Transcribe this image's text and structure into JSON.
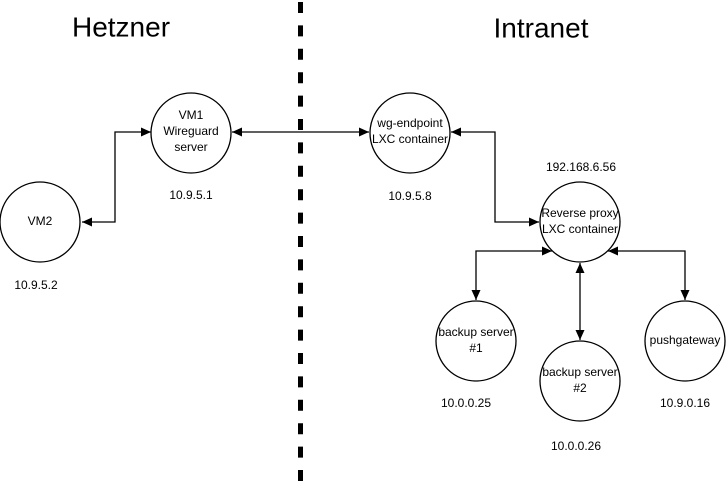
{
  "diagram": {
    "sections": [
      {
        "label": "Hetzner"
      },
      {
        "label": "Intranet"
      }
    ],
    "nodes": {
      "vm2": {
        "label": "VM2",
        "ip": "10.9.5.2"
      },
      "vm1": {
        "label": "VM1\nWireguard\nserver",
        "ip": "10.9.5.1"
      },
      "wg_endpoint": {
        "label": "wg-endpoint\nLXC container",
        "ip": "10.9.5.8"
      },
      "reverse_proxy": {
        "label": "Reverse proxy\nLXC container",
        "ip": "192.168.6.56"
      },
      "backup_server_1": {
        "label": "backup server\n#1",
        "ip": "10.0.0.25"
      },
      "backup_server_2": {
        "label": "backup server\n#2",
        "ip": "10.0.0.26"
      },
      "pushgateway": {
        "label": "pushgateway",
        "ip": "10.9.0.16"
      }
    },
    "edges": [
      {
        "from": "VM1 Wireguard server",
        "to": "VM2",
        "style": "bidirectional-elbow"
      },
      {
        "from": "VM1 Wireguard server",
        "to": "wg-endpoint LXC container",
        "style": "bidirectional-straight"
      },
      {
        "from": "wg-endpoint LXC container",
        "to": "Reverse proxy LXC container",
        "style": "bidirectional-elbow"
      },
      {
        "from": "Reverse proxy LXC container",
        "to": "backup server #1",
        "style": "bidirectional-elbow"
      },
      {
        "from": "Reverse proxy LXC container",
        "to": "backup server #2",
        "style": "bidirectional-straight"
      },
      {
        "from": "Reverse proxy LXC container",
        "to": "pushgateway",
        "style": "bidirectional-elbow"
      }
    ],
    "divider": {
      "between": [
        "Hetzner",
        "Intranet"
      ],
      "style": "dashed-vertical"
    },
    "colors": {
      "stroke": "#000000",
      "background": "#ffffff"
    }
  }
}
